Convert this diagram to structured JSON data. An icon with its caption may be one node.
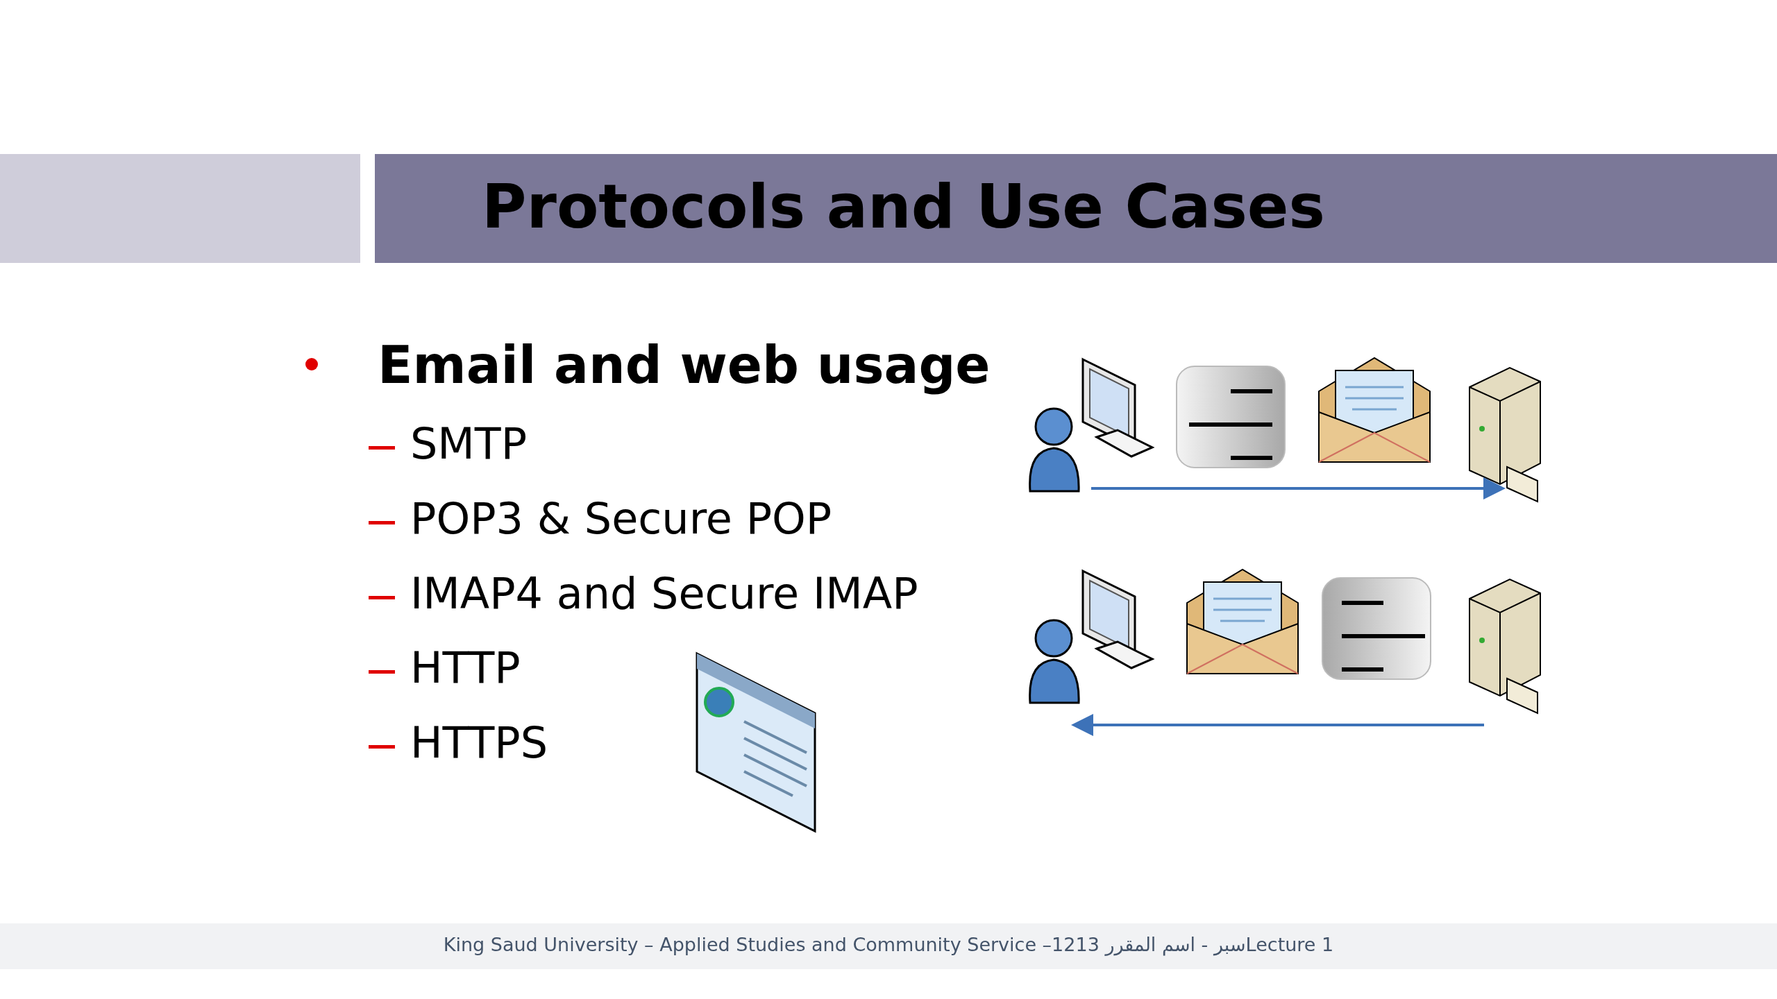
{
  "diagram": {
    "title": "Protocols and Use Cases",
    "labels": [
      "Email and web usage",
      "SMTP",
      "POP3 & Secure POP",
      "IMAP4 and Secure IMAP",
      "HTTP",
      "HTTPS",
      "King Saud University – Applied Studies and Community Service –1213 سبر - اسم المقررLecture 1"
    ]
  }
}
